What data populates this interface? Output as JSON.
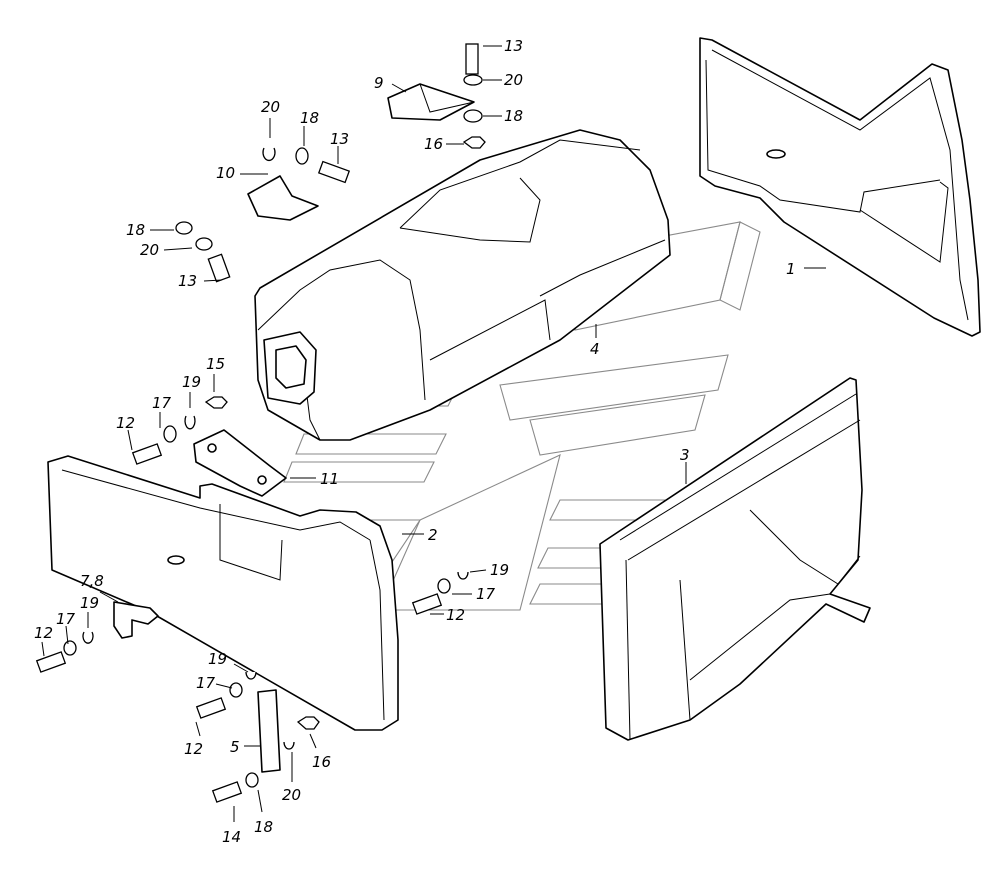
{
  "callouts": [
    {
      "id": "c13a",
      "label": "13"
    },
    {
      "id": "c20a",
      "label": "20"
    },
    {
      "id": "c9",
      "label": "9"
    },
    {
      "id": "c18a",
      "label": "18"
    },
    {
      "id": "c16a",
      "label": "16"
    },
    {
      "id": "c20b",
      "label": "20"
    },
    {
      "id": "c18b",
      "label": "18"
    },
    {
      "id": "c13b",
      "label": "13"
    },
    {
      "id": "c10",
      "label": "10"
    },
    {
      "id": "c18c",
      "label": "18"
    },
    {
      "id": "c20c",
      "label": "20"
    },
    {
      "id": "c13c",
      "label": "13"
    },
    {
      "id": "c1",
      "label": "1"
    },
    {
      "id": "c4",
      "label": "4"
    },
    {
      "id": "c15",
      "label": "15"
    },
    {
      "id": "c19a",
      "label": "19"
    },
    {
      "id": "c17a",
      "label": "17"
    },
    {
      "id": "c12a",
      "label": "12"
    },
    {
      "id": "c11",
      "label": "11"
    },
    {
      "id": "c3",
      "label": "3"
    },
    {
      "id": "c2",
      "label": "2"
    },
    {
      "id": "c19b",
      "label": "19"
    },
    {
      "id": "c17b",
      "label": "17"
    },
    {
      "id": "c12b",
      "label": "12"
    },
    {
      "id": "c78",
      "label": "7,8"
    },
    {
      "id": "c12c",
      "label": "12"
    },
    {
      "id": "c17c",
      "label": "17"
    },
    {
      "id": "c19c",
      "label": "19"
    },
    {
      "id": "c19d",
      "label": "19"
    },
    {
      "id": "c17d",
      "label": "17"
    },
    {
      "id": "c12d",
      "label": "12"
    },
    {
      "id": "c5",
      "label": "5"
    },
    {
      "id": "c16b",
      "label": "16"
    },
    {
      "id": "c20d",
      "label": "20"
    },
    {
      "id": "c14",
      "label": "14"
    },
    {
      "id": "c18d",
      "label": "18"
    }
  ],
  "colors": {
    "line": "#000000",
    "paper": "#ffffff",
    "watermark": "#8a8a8a"
  }
}
